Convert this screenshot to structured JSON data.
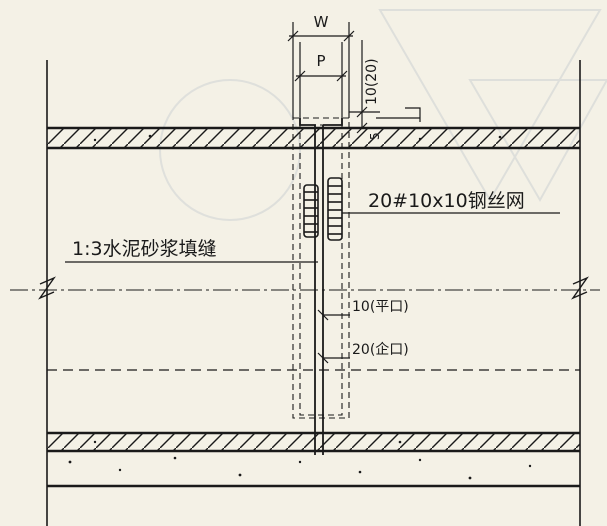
{
  "dimensions": {
    "w": "W",
    "p": "P",
    "gap": "10(20)",
    "small": "5"
  },
  "labels": {
    "mesh": "20#10x10钢丝网",
    "mortar": "1:3水泥砂浆填缝",
    "flat": "10(平口)",
    "tongue": "20(企口)"
  },
  "colors": {
    "paper": "#f4f1e6",
    "ink": "#1a1a1a",
    "watermark": "#c9cfd4"
  }
}
